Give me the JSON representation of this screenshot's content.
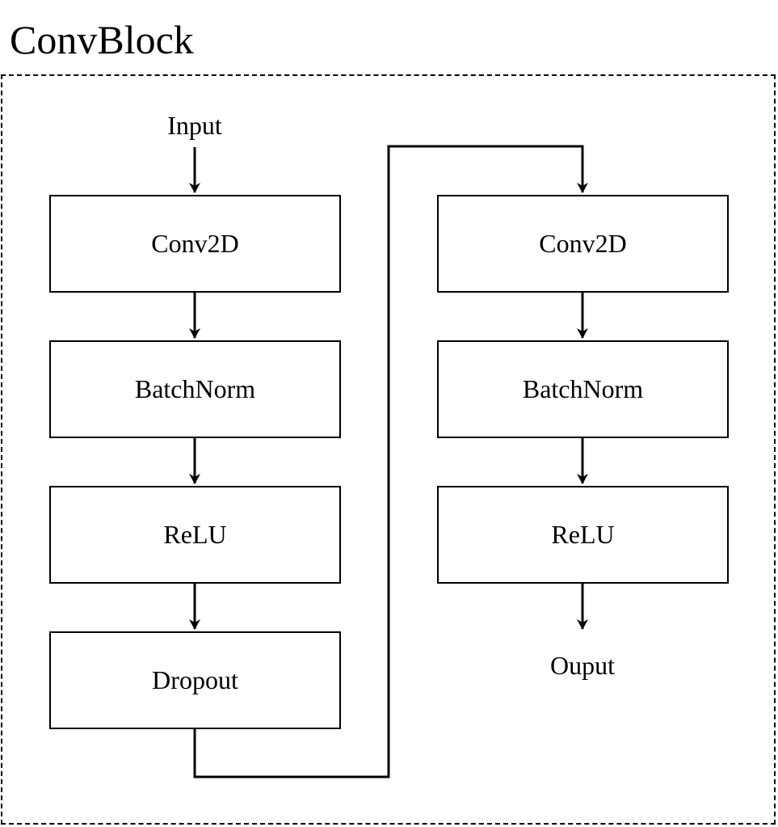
{
  "title": "ConvBlock",
  "input_label": "Input",
  "output_label": "Ouput",
  "left_column": [
    {
      "label": "Conv2D"
    },
    {
      "label": "BatchNorm"
    },
    {
      "label": "ReLU"
    },
    {
      "label": "Dropout"
    }
  ],
  "right_column": [
    {
      "label": "Conv2D"
    },
    {
      "label": "BatchNorm"
    },
    {
      "label": "ReLU"
    }
  ],
  "colors": {
    "stroke": "#000000",
    "node_fill": "#ffffff",
    "background": "#ffffff"
  }
}
